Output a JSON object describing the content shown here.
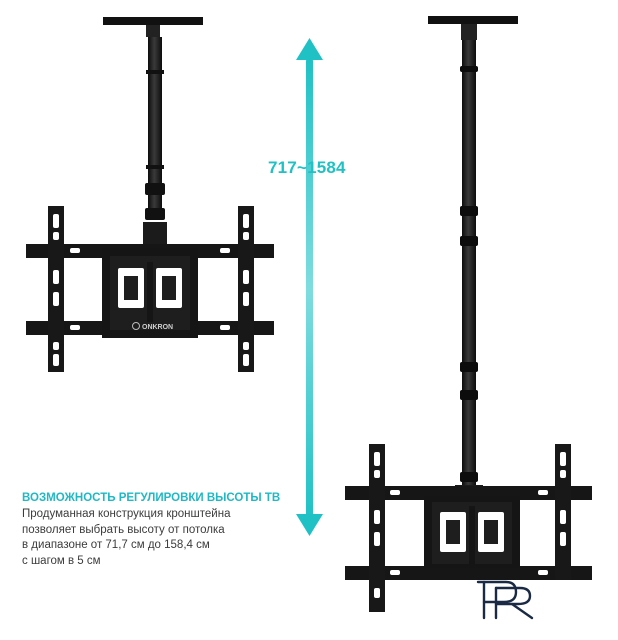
{
  "height_range": "717~1584",
  "feature": {
    "title": "ВОЗМОЖНОСТЬ РЕГУЛИРОВКИ ВЫСОТЫ ТВ",
    "lines": [
      "Продуманная конструкция кронштейна",
      "позволяет выбрать высоту от потолка",
      "в диапазоне от 71,7 см до 158,4 см",
      "с шагом в 5 см"
    ]
  },
  "plate_brand": "ONKRON",
  "watermark": "PR",
  "colors": {
    "accent": "#1fc1c5",
    "metal": "#1b1b1b",
    "text": "#3c3c3c"
  }
}
